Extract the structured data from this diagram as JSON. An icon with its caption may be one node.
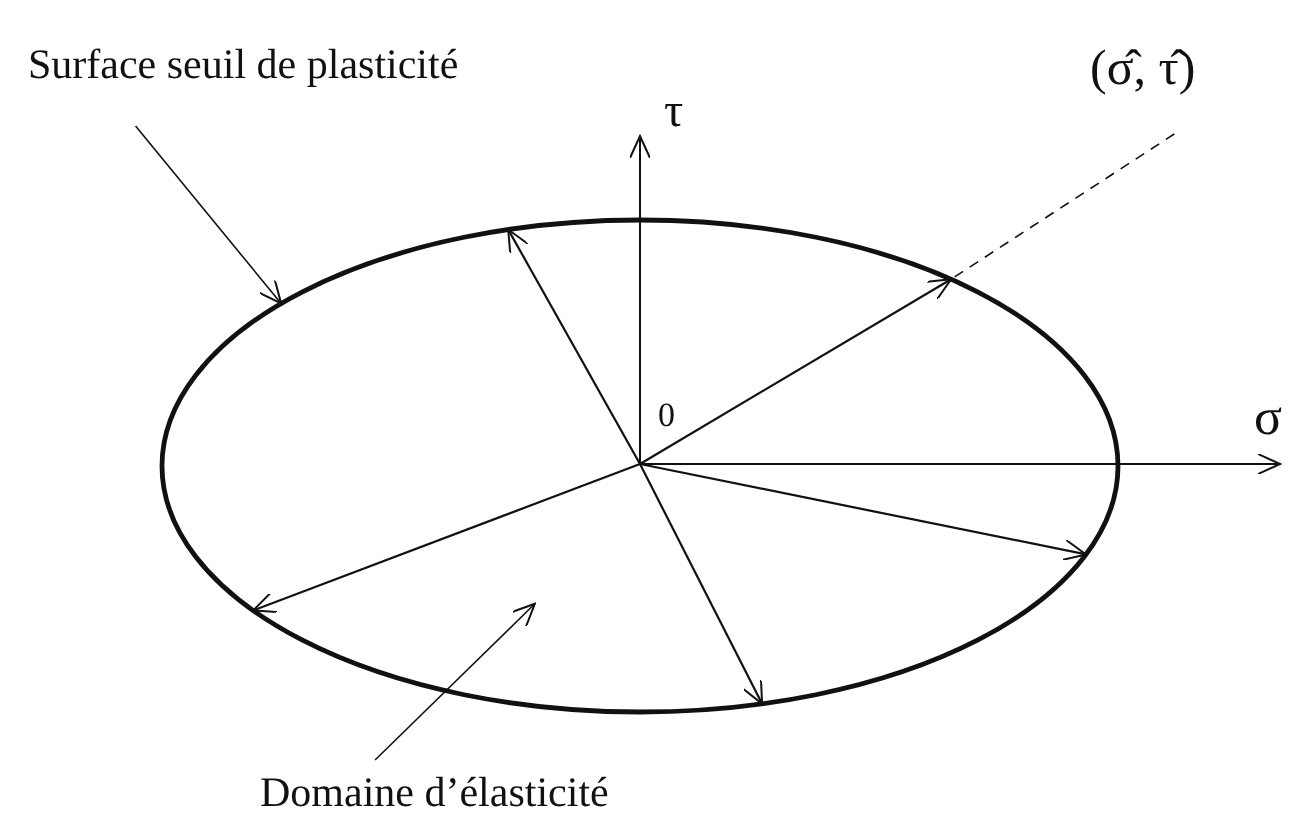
{
  "diagram": {
    "nodes": [
      {
        "text": [
          "Surface seuil de plasticité"
        ]
      },
      {
        "text": [
          "(σ̂, τ̂)"
        ]
      },
      {
        "text": [],
        "shape": "ellipse"
      },
      {
        "text": [
          "Domaine d’élasticité"
        ]
      }
    ],
    "edges": [
      {
        "from": 0,
        "to": 2,
        "arrow": "to"
      },
      {
        "from": 1,
        "to": 2,
        "arrow": "none",
        "style": "dashed"
      },
      {
        "from": null,
        "to": 2,
        "arrow": "to"
      },
      {
        "from": null,
        "to": 2,
        "arrow": "to"
      },
      {
        "from": null,
        "to": 2,
        "arrow": "to"
      },
      {
        "from": null,
        "to": 2,
        "arrow": "to"
      },
      {
        "from": null,
        "to": 2,
        "arrow": "to"
      },
      {
        "from": 3,
        "to": 2,
        "arrow": "to"
      }
    ],
    "labels": [
      "τ",
      "0",
      "σ"
    ]
  }
}
